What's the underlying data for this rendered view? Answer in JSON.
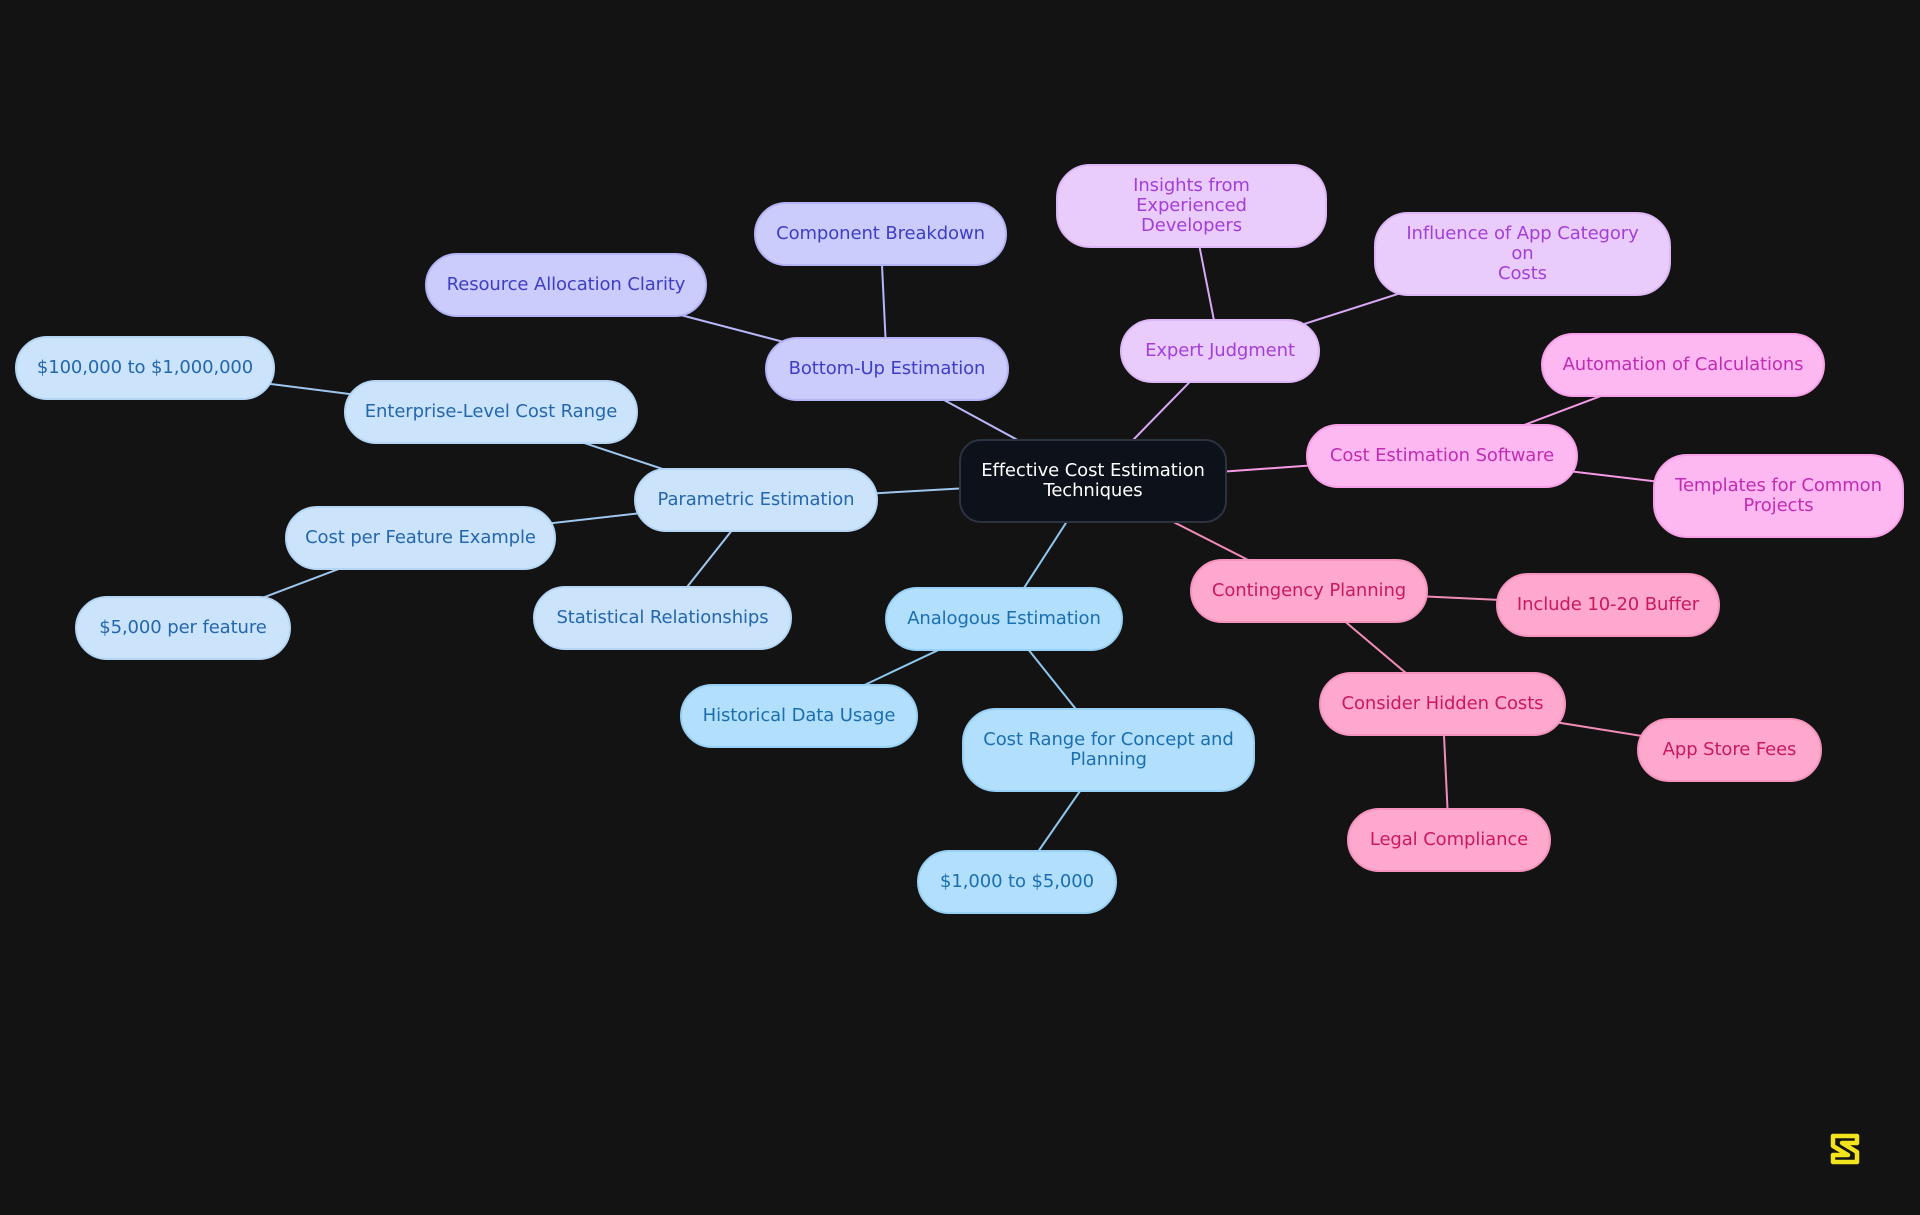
{
  "theme": {
    "background": "#131313",
    "branches": {
      "root": {
        "fill": "#0c111a",
        "stroke": "#2c3340",
        "text": "#ffffff",
        "edge": "#ffffff"
      },
      "bottomup": {
        "fill": "#cbcbfc",
        "stroke": "#b3b3f5",
        "text": "#3e3ec4",
        "edge": "#b7b6f7"
      },
      "expert": {
        "fill": "#e9ccfb",
        "stroke": "#ddb6f6",
        "text": "#a33fd8",
        "edge": "#d7a9f5"
      },
      "software": {
        "fill": "#fdb7f1",
        "stroke": "#f79fe7",
        "text": "#c02db2",
        "edge": "#f59ae5"
      },
      "contingency": {
        "fill": "#fda8cc",
        "stroke": "#f592bd",
        "text": "#c9195f",
        "edge": "#f08cb8"
      },
      "analogous": {
        "fill": "#b2dffb",
        "stroke": "#97cff5",
        "text": "#1b6fb0",
        "edge": "#8ec8f0"
      },
      "parametric": {
        "fill": "#cce4fb",
        "stroke": "#b5d5f5",
        "text": "#2467ad",
        "edge": "#9fc6ee"
      }
    },
    "logo_color": "#f2e31d"
  },
  "nodes": [
    {
      "id": "root",
      "branch": "root",
      "lines": [
        "Effective Cost Estimation",
        "Techniques"
      ]
    },
    {
      "id": "bottomup",
      "branch": "bottomup",
      "lines": [
        "Bottom-Up Estimation"
      ]
    },
    {
      "id": "component",
      "branch": "bottomup",
      "lines": [
        "Component Breakdown"
      ]
    },
    {
      "id": "resource",
      "branch": "bottomup",
      "lines": [
        "Resource Allocation Clarity"
      ]
    },
    {
      "id": "expert",
      "branch": "expert",
      "lines": [
        "Expert Judgment"
      ]
    },
    {
      "id": "insights",
      "branch": "expert",
      "lines": [
        "Insights from Experienced",
        "Developers"
      ]
    },
    {
      "id": "category",
      "branch": "expert",
      "lines": [
        "Influence of App Category on",
        "Costs"
      ]
    },
    {
      "id": "software",
      "branch": "software",
      "lines": [
        "Cost Estimation Software"
      ]
    },
    {
      "id": "automation",
      "branch": "software",
      "lines": [
        "Automation of Calculations"
      ]
    },
    {
      "id": "templates",
      "branch": "software",
      "lines": [
        "Templates for Common",
        "Projects"
      ]
    },
    {
      "id": "contingency",
      "branch": "contingency",
      "lines": [
        "Contingency Planning"
      ]
    },
    {
      "id": "buffer",
      "branch": "contingency",
      "lines": [
        "Include 10-20 Buffer"
      ]
    },
    {
      "id": "hidden",
      "branch": "contingency",
      "lines": [
        "Consider Hidden Costs"
      ]
    },
    {
      "id": "appstore",
      "branch": "contingency",
      "lines": [
        "App Store Fees"
      ]
    },
    {
      "id": "legal",
      "branch": "contingency",
      "lines": [
        "Legal Compliance"
      ]
    },
    {
      "id": "analogous",
      "branch": "analogous",
      "lines": [
        "Analogous Estimation"
      ]
    },
    {
      "id": "historical",
      "branch": "analogous",
      "lines": [
        "Historical Data Usage"
      ]
    },
    {
      "id": "conceptrange",
      "branch": "analogous",
      "lines": [
        "Cost Range for Concept and",
        "Planning"
      ]
    },
    {
      "id": "range1k",
      "branch": "analogous",
      "lines": [
        "$1,000 to $5,000"
      ]
    },
    {
      "id": "parametric",
      "branch": "parametric",
      "lines": [
        "Parametric Estimation"
      ]
    },
    {
      "id": "enterprise",
      "branch": "parametric",
      "lines": [
        "Enterprise-Level Cost Range"
      ]
    },
    {
      "id": "range100k",
      "branch": "parametric",
      "lines": [
        "$100,000 to $1,000,000"
      ]
    },
    {
      "id": "perfeature",
      "branch": "parametric",
      "lines": [
        "Cost per Feature Example"
      ]
    },
    {
      "id": "fivek",
      "branch": "parametric",
      "lines": [
        "$5,000 per feature"
      ]
    },
    {
      "id": "statistical",
      "branch": "parametric",
      "lines": [
        "Statistical Relationships"
      ]
    }
  ],
  "edges": [
    [
      "root",
      "bottomup"
    ],
    [
      "bottomup",
      "component"
    ],
    [
      "bottomup",
      "resource"
    ],
    [
      "root",
      "expert"
    ],
    [
      "expert",
      "insights"
    ],
    [
      "expert",
      "category"
    ],
    [
      "root",
      "software"
    ],
    [
      "software",
      "automation"
    ],
    [
      "software",
      "templates"
    ],
    [
      "root",
      "contingency"
    ],
    [
      "contingency",
      "buffer"
    ],
    [
      "contingency",
      "hidden"
    ],
    [
      "hidden",
      "appstore"
    ],
    [
      "hidden",
      "legal"
    ],
    [
      "root",
      "analogous"
    ],
    [
      "analogous",
      "historical"
    ],
    [
      "analogous",
      "conceptrange"
    ],
    [
      "conceptrange",
      "range1k"
    ],
    [
      "root",
      "parametric"
    ],
    [
      "parametric",
      "enterprise"
    ],
    [
      "enterprise",
      "range100k"
    ],
    [
      "parametric",
      "perfeature"
    ],
    [
      "perfeature",
      "fivek"
    ],
    [
      "parametric",
      "statistical"
    ]
  ],
  "logo": {
    "icon": "s-logo-icon"
  }
}
